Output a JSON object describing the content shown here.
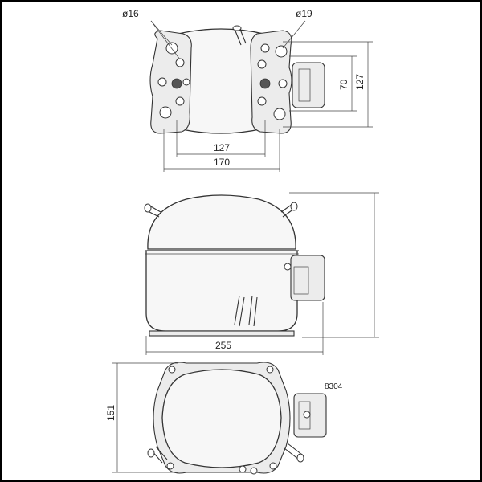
{
  "dimensions": {
    "d_left": "ø16",
    "d_right": "ø19",
    "dim_127_top": "127",
    "dim_170": "170",
    "dim_70": "70",
    "dim_127_side": "127",
    "dim_255": "255",
    "dim_151": "151"
  },
  "model_code": "8304"
}
